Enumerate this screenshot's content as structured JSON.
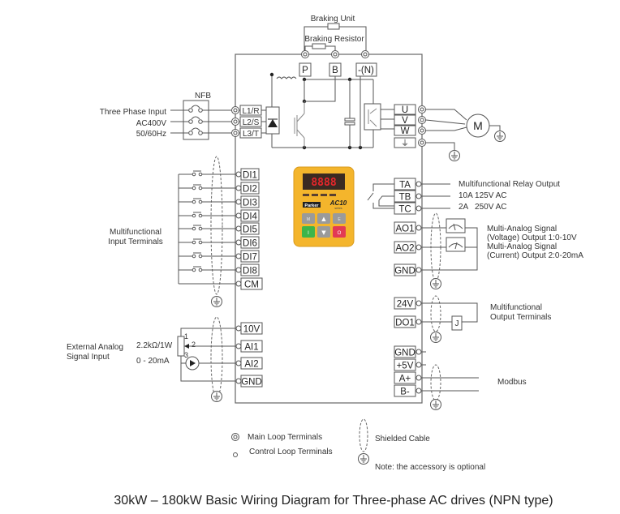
{
  "top": {
    "braking_unit": "Braking Unit",
    "braking_resistor": "Braking Resistor",
    "dc_terminals": [
      "P",
      "B",
      "-(N)"
    ]
  },
  "input": {
    "nfb": "NFB",
    "label_line1": "Three Phase Input",
    "label_line2": "AC400V",
    "label_line3": "50/60Hz",
    "terminals": [
      "L1/R",
      "L2/S",
      "L3/T"
    ]
  },
  "output": {
    "terminals": [
      "U",
      "V",
      "W",
      "⏚"
    ],
    "motor": "M"
  },
  "digital_inputs": {
    "label_line1": "Multifunctional",
    "label_line2": "Input Terminals",
    "terminals": [
      "DI1",
      "DI2",
      "DI3",
      "DI4",
      "DI5",
      "DI6",
      "DI7",
      "DI8",
      "CM"
    ]
  },
  "analog_inputs": {
    "label_line1": "External Analog",
    "label_line2": "Signal Input",
    "pot_rating": "2.2kΩ/1W",
    "current_range": "0 - 20mA",
    "pot_pins": [
      "1",
      "2",
      "3"
    ],
    "terminals": [
      "10V",
      "AI1",
      "AI2",
      "GND"
    ]
  },
  "relay": {
    "terminals": [
      "TA",
      "TB",
      "TC"
    ],
    "label": "Multifunctional Relay Output",
    "rating1": "10A 125V AC",
    "rating2": "2A   250V AC"
  },
  "analog_outputs": {
    "terminals": [
      "AO1",
      "AO2",
      "GND"
    ],
    "line1": "Multi-Analog Signal",
    "line2": "(Voltage) Output 1:0-10V",
    "line3": "Multi-Analog Signal",
    "line4": "(Current) Output 2:0-20mA"
  },
  "digital_outputs": {
    "terminals": [
      "24V",
      "DO1"
    ],
    "relay_coil": "J",
    "label_line1": "Multifunctional",
    "label_line2": "Output Terminals"
  },
  "modbus": {
    "terminals": [
      "GND",
      "+5V",
      "A+",
      "B-"
    ],
    "label": "Modbus"
  },
  "keypad": {
    "brand": "Parker",
    "model": "AC10",
    "series": "series",
    "display": "8888",
    "buttons": [
      "M",
      "▲",
      "E",
      "I",
      "▼",
      "O"
    ],
    "body_color": "#f4b52c",
    "display_color": "#e8262b"
  },
  "legend": {
    "main_loop": "Main Loop Terminals",
    "control_loop": "Control Loop Terminals",
    "shielded_cable": "Shielded Cable",
    "note": "Note: the accessory is optional"
  },
  "caption": "30kW – 180kW Basic Wiring Diagram for Three-phase AC drives (NPN type)"
}
